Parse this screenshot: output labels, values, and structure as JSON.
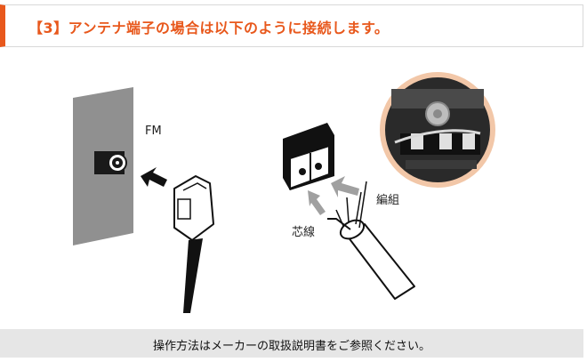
{
  "heading": {
    "text": "【3】アンテナ端子の場合は以下のように接続します。"
  },
  "labels": {
    "fm": "FM",
    "braid": "編組",
    "core": "芯線"
  },
  "footer": {
    "text": "操作方法はメーカーの取扱説明書をご参照ください。"
  },
  "colors": {
    "accent": "#e8581c",
    "footer_bg": "#e6e6e6"
  }
}
